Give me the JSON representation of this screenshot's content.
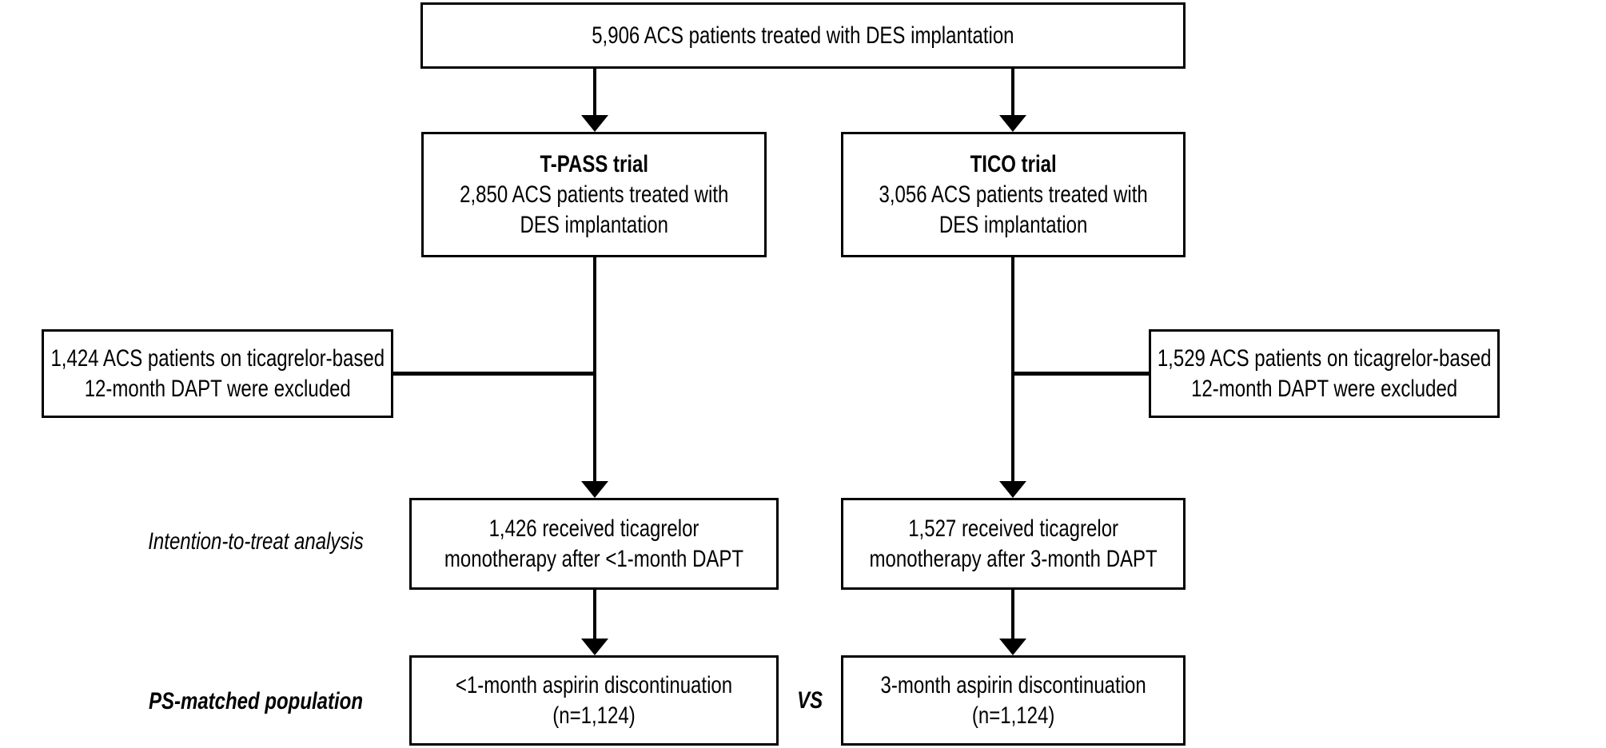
{
  "diagram": {
    "background_color": "#ffffff",
    "line_color": "#000000",
    "boxes": {
      "total": {
        "lines": [
          "5,906 ACS patients treated with DES implantation"
        ]
      },
      "tpass": {
        "title": "T-PASS trial",
        "lines": [
          "2,850 ACS patients treated with",
          "DES implantation"
        ]
      },
      "tico": {
        "title": "TICO trial",
        "lines": [
          "3,056 ACS patients treated with",
          "DES implantation"
        ]
      },
      "excluded_left": {
        "lines": [
          "1,424 ACS patients on ticagrelor-based",
          "12-month DAPT were excluded"
        ]
      },
      "excluded_right": {
        "lines": [
          "1,529 ACS patients on ticagrelor-based",
          "12-month DAPT were excluded"
        ]
      },
      "itt_left": {
        "lines": [
          "1,426 received ticagrelor",
          "monotherapy after <1-month DAPT"
        ]
      },
      "itt_right": {
        "lines": [
          "1,527 received ticagrelor",
          "monotherapy after 3-month DAPT"
        ]
      },
      "ps_left": {
        "lines": [
          "<1-month aspirin discontinuation",
          "(n=1,124)"
        ]
      },
      "ps_right": {
        "lines": [
          "3-month aspirin discontinuation",
          "(n=1,124)"
        ]
      }
    },
    "labels": {
      "itt": "Intention-to-treat analysis",
      "ps": "PS-matched population",
      "vs": "VS"
    }
  }
}
